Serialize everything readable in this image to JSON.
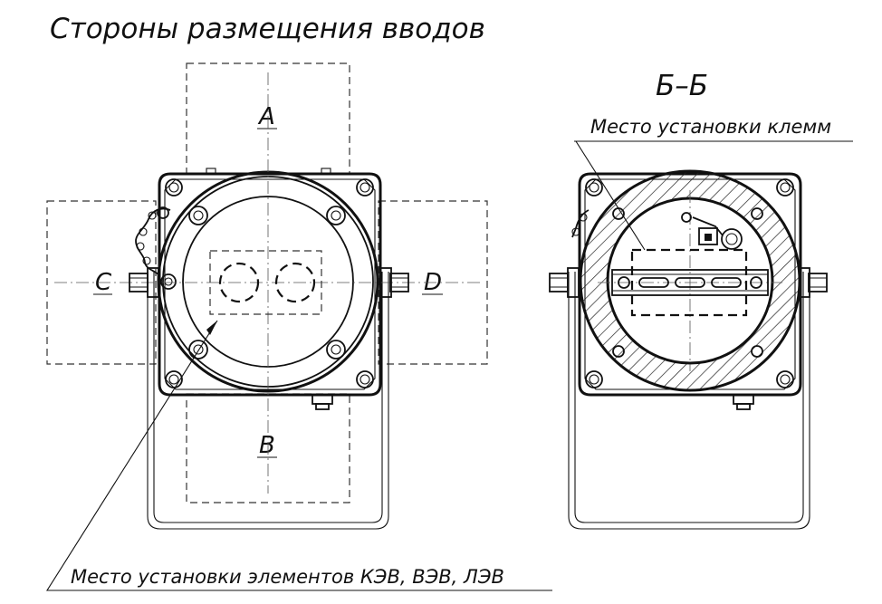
{
  "title": "Стороны размещения вводов",
  "sides": {
    "a": "А",
    "b": "В",
    "c": "С",
    "d": "D"
  },
  "section": {
    "label": "Б–Б",
    "terminal_note": "Место установки клемм"
  },
  "elements_note": "Место установки элементов КЭВ, ВЭВ, ЛЭВ",
  "colors": {
    "line": "#111111",
    "hatch": "#222222",
    "background": "#ffffff"
  }
}
